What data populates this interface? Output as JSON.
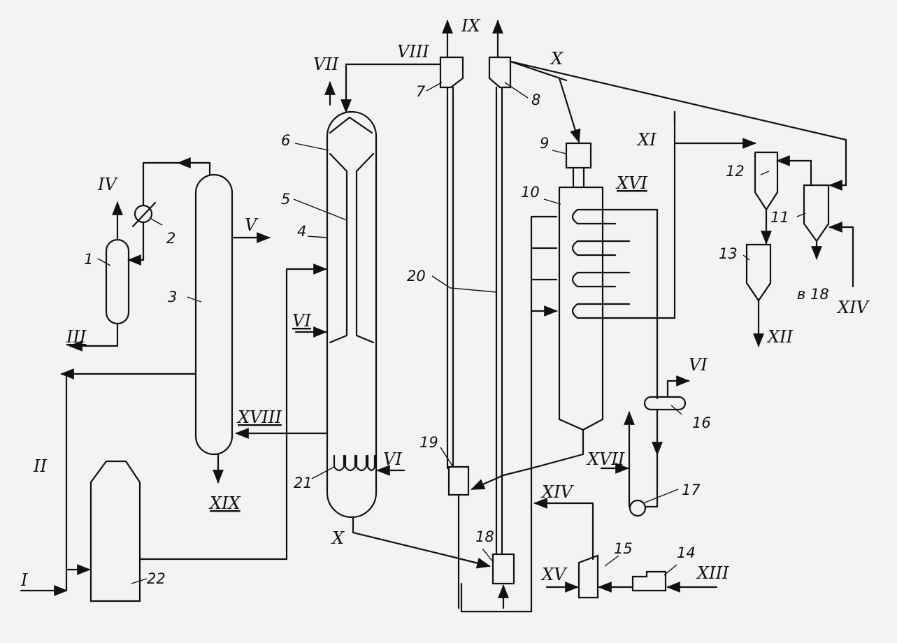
{
  "streams": {
    "I": "I",
    "II": "II",
    "III": "III",
    "IV": "IV",
    "V": "V",
    "VI": "VI",
    "VII": "VII",
    "VIII": "VIII",
    "IX": "IX",
    "X": "X",
    "XI": "XI",
    "XII": "XII",
    "XIII": "XIII",
    "XIV": "XIV",
    "XV": "XV",
    "XVI": "XVI",
    "XVII": "XVII",
    "XVIII": "XVIII",
    "XIX": "XIX"
  },
  "units": {
    "n1": "1",
    "n2": "2",
    "n3": "3",
    "n4": "4",
    "n5": "5",
    "n6": "6",
    "n7": "7",
    "n8": "8",
    "n9": "9",
    "n10": "10",
    "n11": "11",
    "n12": "12",
    "n13": "13",
    "n14": "14",
    "n15": "15",
    "n16": "16",
    "n17": "17",
    "n18": "18",
    "n19": "19",
    "n20": "20",
    "n21": "21",
    "n22": "22"
  },
  "annotations": {
    "to18": "в 18"
  }
}
